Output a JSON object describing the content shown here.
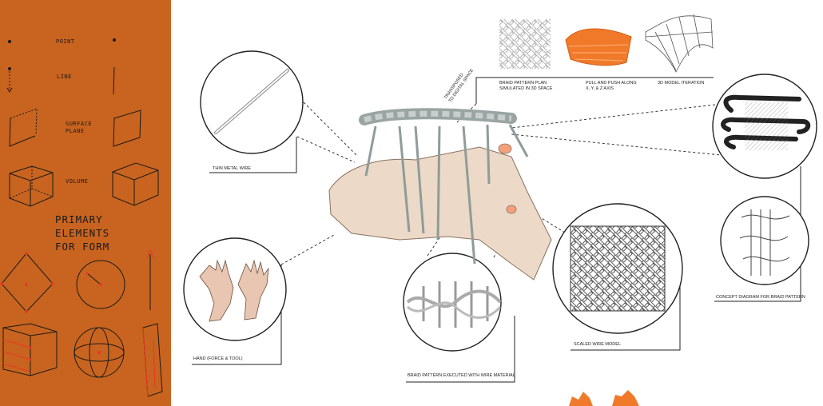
{
  "sidebar": {
    "labels": {
      "point": "POINT",
      "line": "LINE",
      "surface": "SURFACE\nPLANE",
      "volume": "VOLUME"
    },
    "title": "PRIMARY\nELEMENTS\nFOR FORM"
  },
  "captions": {
    "thin_wire": "THIN METAL WIRE",
    "hand": "HAND (FORCE & TOOL)",
    "braid_executed": "BRAID PATTERN EXECUTED WITH WIRE MATERIAL",
    "scaled_model": "SCALED WIRE MODEL",
    "concept": "CONCEPT DIAGRAM FOR BRAID PATTERN",
    "transposed": "TRANSPOSED\nTO DIGITAL SPACE",
    "braid_plan": "BRAID PATTERN PLAN\nSIMULATED IN 3D SPACE",
    "pull_push": "PULL AND PUSH ALONG\nX, Y, & Z AXIS",
    "model_iteration": "3D MODEL ITERATION"
  },
  "colors": {
    "sidebar": "#c8641f",
    "accent": "#f07a2a",
    "line": "#222222",
    "skin": "#e6cdb6",
    "wire": "#9aa5a3"
  }
}
